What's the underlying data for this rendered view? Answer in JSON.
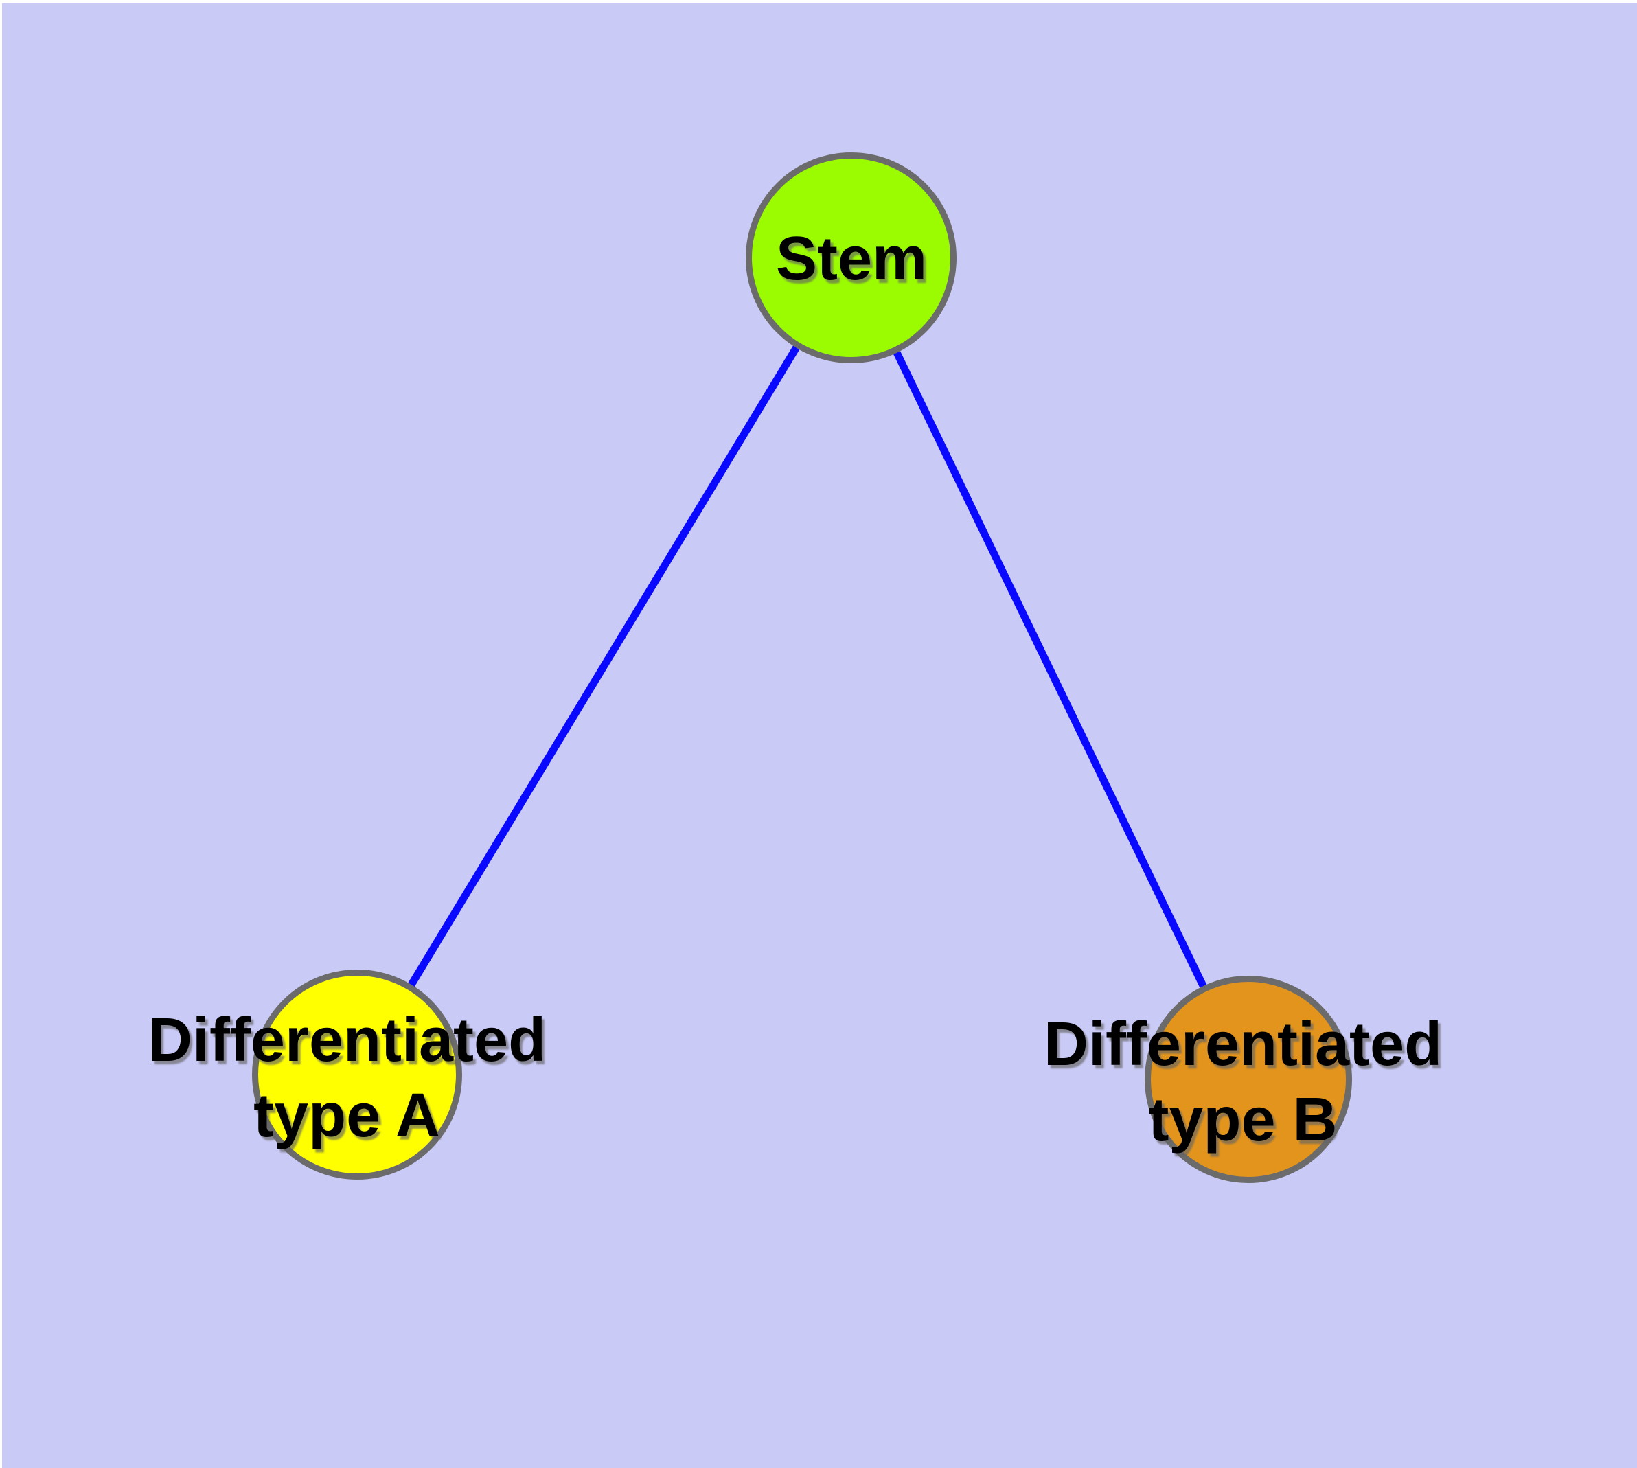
{
  "diagram": {
    "background_color": "#CACAF7",
    "frame_color": "#FFFFFF",
    "edge_color": "#0909FF",
    "node_border_color": "#6B6B6B",
    "label_color": "#000000",
    "nodes": [
      {
        "id": "stem",
        "label": "Stem",
        "fill_color": "#9BFB00"
      },
      {
        "id": "differentiated-type-a",
        "label_line1": "Differentiated",
        "label_line2": "type A",
        "fill_color": "#FFFF00"
      },
      {
        "id": "differentiated-type-b",
        "label_line1": "Differentiated",
        "label_line2": "type B",
        "fill_color": "#E2941D"
      }
    ],
    "edges": [
      {
        "from": "Stem",
        "to": "Differentiated type A"
      },
      {
        "from": "Stem",
        "to": "Differentiated type B"
      }
    ]
  }
}
